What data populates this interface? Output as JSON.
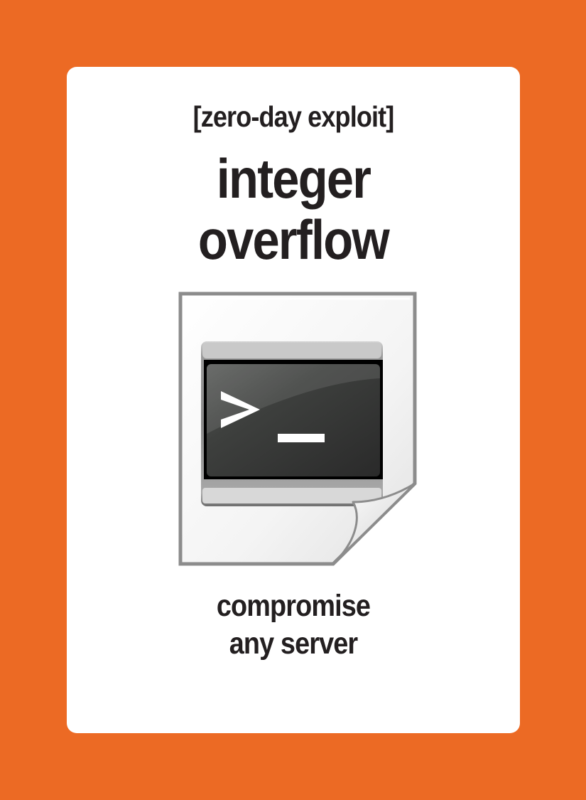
{
  "card": {
    "category": "[zero-day exploit]",
    "title_lines": [
      "integer",
      "overflow"
    ],
    "description_lines": [
      "compromise",
      "any server"
    ],
    "icon": "terminal-file-icon",
    "terminal_prompt": ">_"
  },
  "colors": {
    "background": "#EC6A24",
    "card": "#FFFFFF",
    "text": "#231F20"
  }
}
